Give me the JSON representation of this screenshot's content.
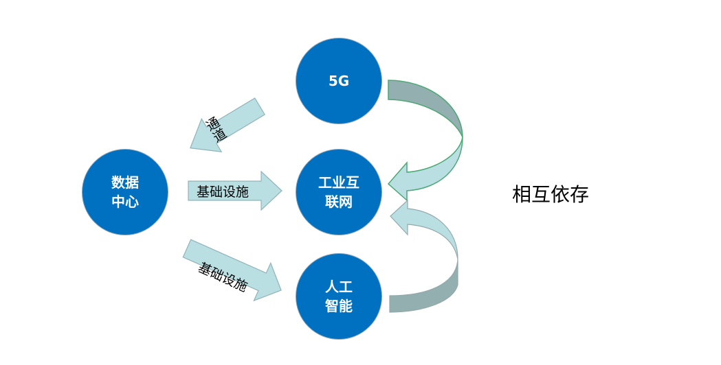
{
  "nodes": {
    "fiveg": "5G",
    "industrial_internet": "工业互\n联网",
    "ai": "人工\n智能",
    "data_center": "数据\n中心"
  },
  "arrows": {
    "channel": "通道",
    "infrastructure_1": "基础设施",
    "infrastructure_2": "基础设施"
  },
  "side_label": "相互依存",
  "colors": {
    "node": "#0070c0",
    "arrow_fill": "#b9dfe3",
    "arrow_shade": "#93afb0",
    "green_stroke": "#4aa872"
  }
}
